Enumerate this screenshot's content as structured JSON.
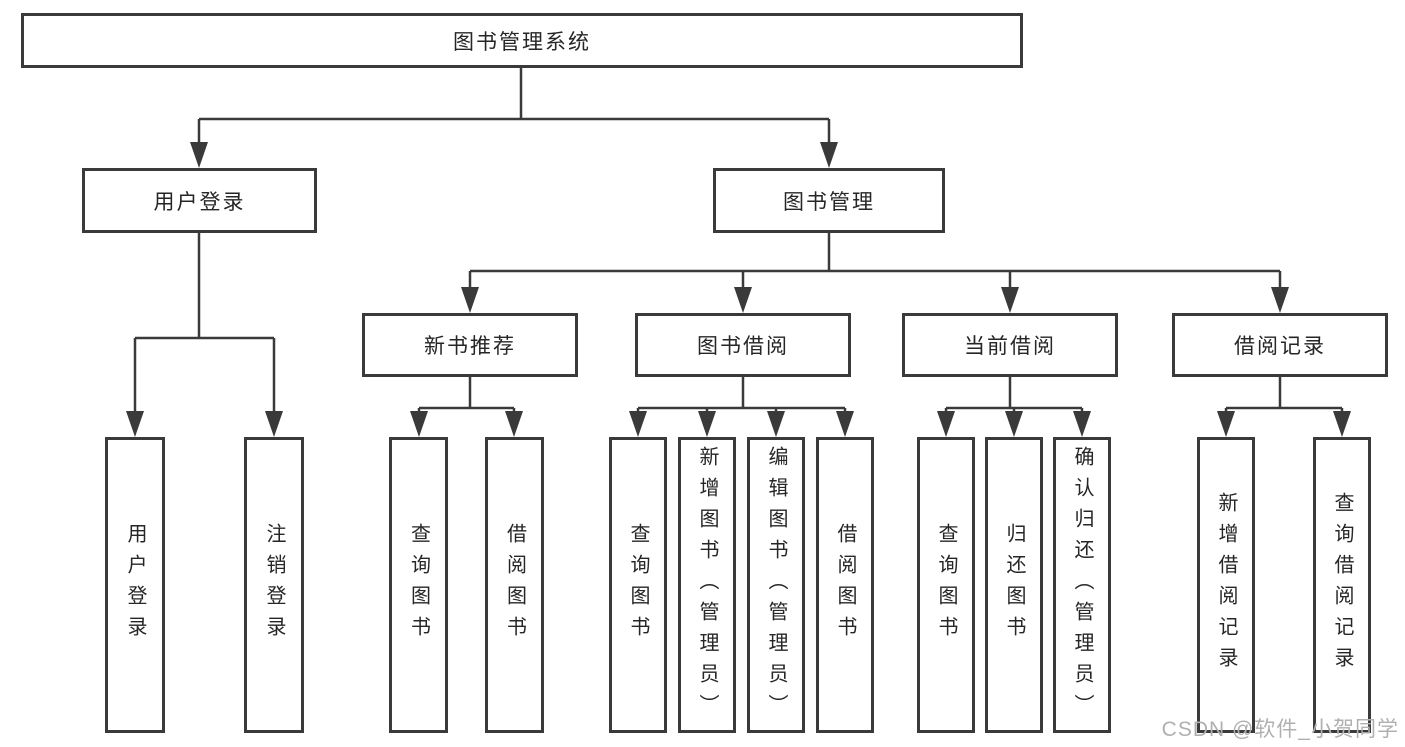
{
  "tree": {
    "label": "图书管理系统",
    "children": [
      {
        "label": "用户登录",
        "children": [
          {
            "label": "用户登录"
          },
          {
            "label": "注销登录"
          }
        ]
      },
      {
        "label": "图书管理",
        "children": [
          {
            "label": "新书推荐",
            "children": [
              {
                "label": "查询图书"
              },
              {
                "label": "借阅图书"
              }
            ]
          },
          {
            "label": "图书借阅",
            "children": [
              {
                "label": "查询图书"
              },
              {
                "label": "新增图书（管理员）"
              },
              {
                "label": "编辑图书（管理员）"
              },
              {
                "label": "借阅图书"
              }
            ]
          },
          {
            "label": "当前借阅",
            "children": [
              {
                "label": "查询图书"
              },
              {
                "label": "归还图书"
              },
              {
                "label": "确认归还（管理员）"
              }
            ]
          },
          {
            "label": "借阅记录",
            "children": [
              {
                "label": "新增借阅记录"
              },
              {
                "label": "查询借阅记录"
              }
            ]
          }
        ]
      }
    ]
  },
  "watermark": "CSDN @软件_小贺同学",
  "colors": {
    "line": "#3a3a3a",
    "box_border": "#3a3a3a",
    "text": "#262626",
    "watermark": "#b0b0b0",
    "background": "#ffffff"
  }
}
